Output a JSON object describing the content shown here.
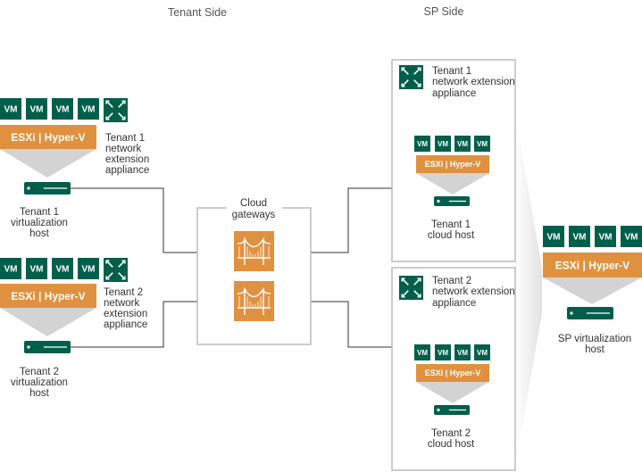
{
  "headers": {
    "tenant_side": "Tenant Side",
    "sp_side": "SP Side"
  },
  "vm_label": "VM",
  "esxi_label": "ESXi | Hyper-V",
  "colors": {
    "vm_green": "#005F4B",
    "esxi_orange": "#E0913F",
    "line": "#333333",
    "funnel": "#D3D3D3",
    "box_border": "#BBBBBB"
  },
  "tenant1": {
    "appliance_label": [
      "Tenant 1",
      "network",
      "extension",
      "appliance"
    ],
    "host_label": [
      "Tenant 1",
      "virtualization",
      "host"
    ]
  },
  "tenant2": {
    "appliance_label": [
      "Tenant 2",
      "network",
      "extension",
      "appliance"
    ],
    "host_label": [
      "Tenant 2",
      "virtualization",
      "host"
    ]
  },
  "cloud_gateways": {
    "label": [
      "Cloud",
      "gateways"
    ],
    "icon": "bridge-icon"
  },
  "sp_tenant1": {
    "appliance_label": [
      "Tenant 1",
      "network extension",
      "appliance"
    ],
    "host_label": [
      "Tenant 1",
      "cloud host"
    ]
  },
  "sp_tenant2": {
    "appliance_label": [
      "Tenant 2",
      "network extension",
      "appliance"
    ],
    "host_label": [
      "Tenant 2",
      "cloud host"
    ]
  },
  "sp_host": {
    "label": [
      "SP virtualization",
      "host"
    ]
  }
}
